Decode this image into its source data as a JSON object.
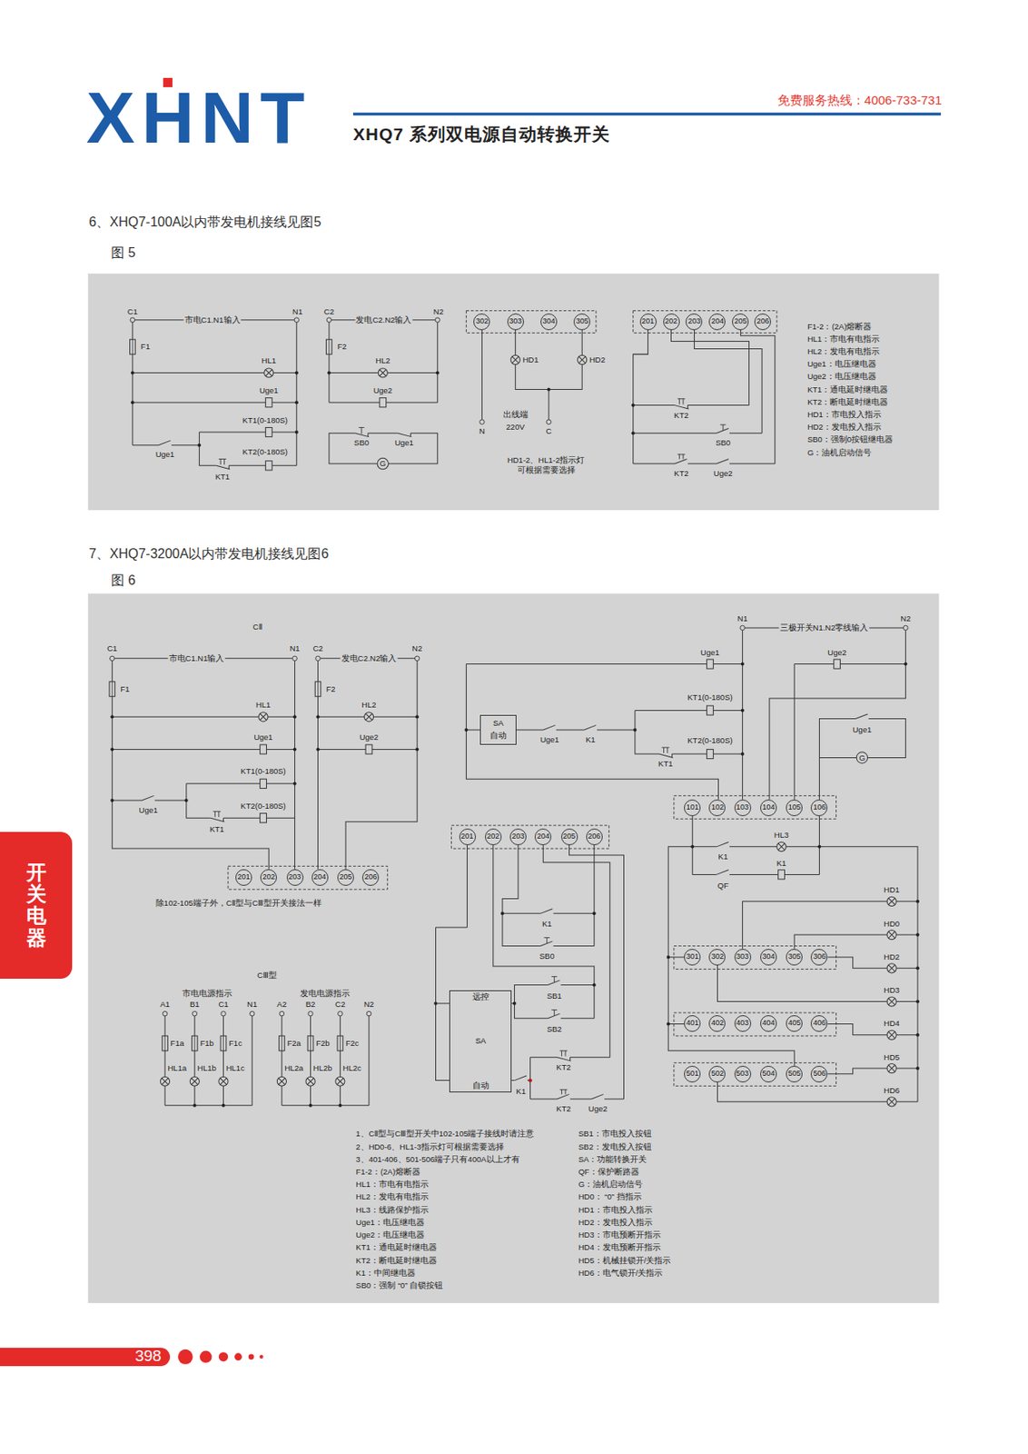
{
  "diagram": {
    "title": "XHQ7 系列双电源自动转换开关",
    "nodes": [
      {
        "text": [
          "开关电器"
        ]
      },
      {
        "text": [
          "302"
        ]
      },
      {
        "text": [
          "303"
        ]
      },
      {
        "text": [
          "304"
        ]
      },
      {
        "text": [
          "305"
        ]
      },
      {
        "text": [
          "201"
        ]
      },
      {
        "text": [
          "202"
        ]
      },
      {
        "text": [
          "203"
        ]
      },
      {
        "text": [
          "204"
        ]
      },
      {
        "text": [
          "205"
        ]
      },
      {
        "text": [
          "206"
        ]
      },
      {
        "text": [
          "201"
        ]
      },
      {
        "text": [
          "202"
        ]
      },
      {
        "text": [
          "203"
        ]
      },
      {
        "text": [
          "204"
        ]
      },
      {
        "text": [
          "205"
        ]
      },
      {
        "text": [
          "206"
        ]
      },
      {
        "text": [
          "SA",
          "自动"
        ]
      },
      {
        "text": [
          "101"
        ]
      },
      {
        "text": [
          "102"
        ]
      },
      {
        "text": [
          "103"
        ]
      },
      {
        "text": [
          "104"
        ]
      },
      {
        "text": [
          "105"
        ]
      },
      {
        "text": [
          "106"
        ]
      },
      {
        "text": [
          "201"
        ]
      },
      {
        "text": [
          "202"
        ]
      },
      {
        "text": [
          "203"
        ]
      },
      {
        "text": [
          "204"
        ]
      },
      {
        "text": [
          "205"
        ]
      },
      {
        "text": [
          "206"
        ]
      },
      {
        "text": [
          "远控",
          "SA",
          "自动"
        ]
      },
      {
        "text": [
          "301"
        ]
      },
      {
        "text": [
          "302"
        ]
      },
      {
        "text": [
          "303"
        ]
      },
      {
        "text": [
          "304"
        ]
      },
      {
        "text": [
          "305"
        ]
      },
      {
        "text": [
          "306"
        ]
      },
      {
        "text": [
          "401"
        ]
      },
      {
        "text": [
          "402"
        ]
      },
      {
        "text": [
          "403"
        ]
      },
      {
        "text": [
          "404"
        ]
      },
      {
        "text": [
          "405"
        ]
      },
      {
        "text": [
          "406"
        ]
      },
      {
        "text": [
          "501"
        ]
      },
      {
        "text": [
          "502"
        ]
      },
      {
        "text": [
          "503"
        ]
      },
      {
        "text": [
          "504"
        ]
      },
      {
        "text": [
          "505"
        ]
      },
      {
        "text": [
          "506"
        ]
      },
      {
        "text": [
          "398"
        ]
      }
    ],
    "edges": [
      {
        "from": 24,
        "to": 30,
        "arrow": "none"
      }
    ],
    "labels": [
      "XHNT",
      "免费服务热线：4006-733-731",
      "6、XHQ7-100A以内带发电机接线见图5",
      "图 5",
      "C1",
      "市电C1.N1输入",
      "N1",
      "F1",
      "HL1",
      "Uge1",
      "KT1(0-180S)",
      "KT2(0-180S)",
      "Uge1",
      "KT1",
      "C2",
      "发电C2.N2输入",
      "N2",
      "F2",
      "HL2",
      "Uge2",
      "SB0",
      "Uge1",
      "G",
      "HD1",
      "HD2",
      "出线端",
      "220V",
      "N",
      "C",
      "HD1-2、HL1-2指示灯",
      "可根据需要选择",
      "KT2",
      "SB0",
      "KT2",
      "Uge2",
      "F1-2：(2A)熔断器",
      "HL1：市电有电指示",
      "HL2：发电有电指示",
      "Uge1：电压继电器",
      "Uge2：电压继电器",
      "KT1：通电延时继电器",
      "KT2：断电延时继电器",
      "HD1：市电投入指示",
      "HD2：发电投入指示",
      "SB0：强制0按钮继电器",
      "G：油机启动信号",
      "7、XHQ7-3200A以内带发电机接线见图6",
      "图 6",
      "CⅡ",
      "C1",
      "市电C1.N1输入",
      "N1",
      "C2",
      "发电C2.N2输入",
      "N2",
      "F1",
      "F2",
      "HL1",
      "HL2",
      "Uge1",
      "Uge2",
      "KT1(0-180S)",
      "KT2(0-180S)",
      "Uge1",
      "KT1",
      "除102-105端子外，CⅡ型与CⅢ型开关接法一样",
      "CⅢ型",
      "市电电源指示",
      "发电电源指示",
      "A1",
      "B1",
      "C1",
      "N1",
      "A2",
      "B2",
      "C2",
      "N2",
      "F1a",
      "F1b",
      "F1c",
      "F2a",
      "F2b",
      "F2c",
      "HL1a",
      "HL1b",
      "HL1c",
      "HL2a",
      "HL2b",
      "HL2c",
      "N1",
      "三极开关N1.N2零线输入",
      "N2",
      "Uge1",
      "Uge2",
      "KT1(0-180S)",
      "Uge1",
      "K1",
      "KT2(0-180S)",
      "KT1",
      "Uge1",
      "G",
      "HL3",
      "K1",
      "K1",
      "QF",
      "HD1",
      "HD0",
      "HD2",
      "HD3",
      "HD4",
      "HD5",
      "HD6",
      "K1",
      "SB0",
      "SB1",
      "SB2",
      "K1",
      "KT2",
      "KT2",
      "Uge2",
      "1、CⅡ型与CⅢ型开关中102-105端子接线时请注意",
      "2、HD0-6、HL1-3指示灯可根据需要选择",
      "3、401-406、501-506端子只有400A以上才有",
      "F1-2：(2A)熔断器",
      "HL1：市电有电指示",
      "HL2：发电有电指示",
      "HL3：线路保护指示",
      "Uge1：电压继电器",
      "Uge2：电压继电器",
      "KT1：通电延时继电器",
      "KT2：断电延时继电器",
      "K1：中间继电器",
      "SB0：强制 “0” 自锁按钮",
      "SB1：市电投入按钮",
      "SB2：发电投入按钮",
      "SA：功能转换开关",
      "QF：保护断路器",
      "G：油机启动信号",
      "HD0： “0” 挡指示",
      "HD1：市电投入指示",
      "HD2：发电投入指示",
      "HD3：市电预断开指示",
      "HD4：发电预断开指示",
      "HD5：机械挂锁开/关指示",
      "HD6：电气锁开/关指示"
    ]
  }
}
